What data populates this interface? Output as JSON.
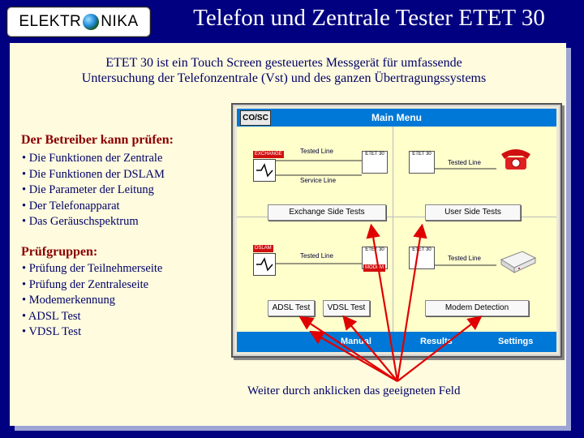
{
  "logo": {
    "left": "ELEKTR",
    "right": "NIKA"
  },
  "title": "Telefon und Zentrale Tester ETET 30",
  "intro": {
    "line1": "ETET 30 ist ein Touch Screen gesteuertes Messgerät für umfassende",
    "line2": "Untersuchung der Telefonzentrale (Vst) und des ganzen Übertragungssystems"
  },
  "betreiber": {
    "title": "Der Betreiber kann prüfen:",
    "items": [
      "Die Funktionen der Zentrale",
      "Die Funktionen der DSLAM",
      "Die Parameter der Leitung",
      "Der Telefonapparat",
      "Das Geräuschspektrum"
    ]
  },
  "pruefgruppen": {
    "title": "Prüfgruppen:",
    "items": [
      "Prüfung der Teilnehmerseite",
      "Prüfung der Zentraleseite",
      "Modemerkennung",
      "ADSL Test",
      "VDSL Test"
    ]
  },
  "screen": {
    "cosc": "CO/SC",
    "title": "Main Menu",
    "q1": {
      "tag": "EXCHANGE",
      "tested_line": "Tested Line",
      "service_line": "Service Line",
      "etet": "ETET 30",
      "button": "Exchange Side Tests"
    },
    "q2": {
      "etet": "ETET 30",
      "tested_line": "Tested Line",
      "button": "User Side Tests"
    },
    "q3": {
      "tag": "DSLAM",
      "tested_line": "Tested Line",
      "etet": "ETET 30",
      "modem": "MODEM",
      "btn_adsl": "ADSL Test",
      "btn_vdsl": "VDSL Test"
    },
    "q4": {
      "etet": "ETET 30",
      "tested_line": "Tested Line",
      "button": "Modem Detection"
    },
    "bottom": {
      "manual": "Manual",
      "results": "Results",
      "settings": "Settings"
    }
  },
  "footer": "Weiter durch anklicken das geeigneten Feld",
  "colors": {
    "background": "#000080",
    "panel": "#fefbdf",
    "accent": "#0078d7",
    "heading": "#8b0000",
    "arrow": "#e00000"
  }
}
